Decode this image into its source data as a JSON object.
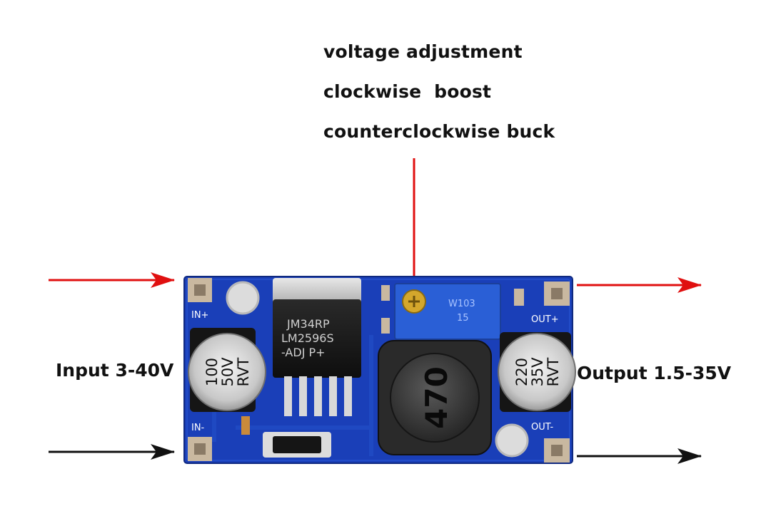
{
  "annotations": {
    "title": "voltage adjustment",
    "clockwise": "clockwise  boost",
    "counterclockwise": "counterclockwise buck",
    "input": "Input 3-40V",
    "output": "Output 1.5-35V"
  },
  "board": {
    "pin_in_plus": "IN+",
    "pin_in_minus": "IN-",
    "pin_out_plus": "OUT+",
    "pin_out_minus": "OUT-",
    "ic_line1": "JM34RP",
    "ic_line2": "LM2596S",
    "ic_line3": "-ADJ  P+",
    "cap_in_line1": "100",
    "cap_in_line2": "50V",
    "cap_in_line3": "RVT",
    "cap_out_line1": "220",
    "cap_out_line2": "35V",
    "cap_out_line3": "RVT",
    "inductor": "470",
    "pot_line1": "W103",
    "pot_line2": "15"
  },
  "colors": {
    "pcb": "#1a3fb8",
    "arrow_positive": "#e01010",
    "arrow_negative": "#111111",
    "pad": "#c9b8a0",
    "pot": "#2a5fd6"
  }
}
